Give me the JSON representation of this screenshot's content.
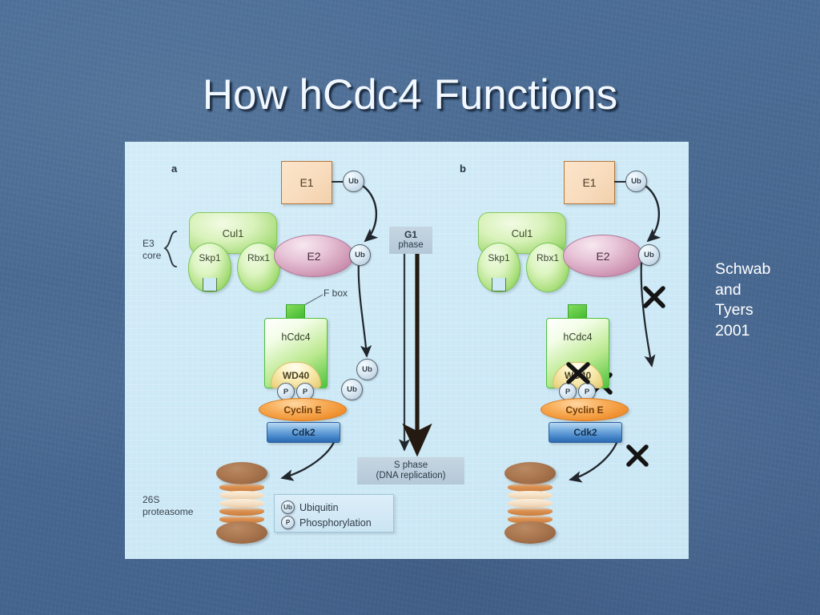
{
  "slide": {
    "title": "How hCdc4 Functions",
    "background_color": "#4a6c94",
    "title_color": "#f2f8ff"
  },
  "citation": {
    "line1": "Schwab",
    "line2": "and",
    "line3": "Tyers",
    "line4": "2001"
  },
  "figure": {
    "background_color": "#cde9f6",
    "panel_a_letter": "a",
    "panel_b_letter": "b",
    "labels": {
      "e1": "E1",
      "ub": "Ub",
      "cul1": "Cul1",
      "skp1": "Skp1",
      "rbx1": "Rbx1",
      "e2": "E2",
      "e3_core_line1": "E3",
      "e3_core_line2": "core",
      "f_box": "F box",
      "hcdc4": "hCdc4",
      "wd40": "WD40",
      "p": "P",
      "cyclin_e": "Cyclin E",
      "cdk2": "Cdk2",
      "proteasome_line1": "26S",
      "proteasome_line2": "proteasome"
    },
    "phases": {
      "g1_line1": "G1",
      "g1_line2": "phase",
      "s_line1": "S phase",
      "s_line2": "(DNA replication)"
    },
    "legend": {
      "ubiquitin_symbol": "Ub",
      "ubiquitin_label": "Ubiquitin",
      "phospho_symbol": "P",
      "phospho_label": "Phosphorylation"
    },
    "colors": {
      "e1_fill": "#f8dcbd",
      "cul1_fill": "#a9dd7c",
      "e2_fill": "#cf96b3",
      "hcdc4_fill": "#4ec23c",
      "wd40_fill": "#efd98c",
      "cyclin_e_fill": "#ef8f2e",
      "cdk2_fill": "#3f80c6",
      "proteasome_fill": "#a9764f",
      "ub_fill": "#dbe9f3"
    }
  }
}
